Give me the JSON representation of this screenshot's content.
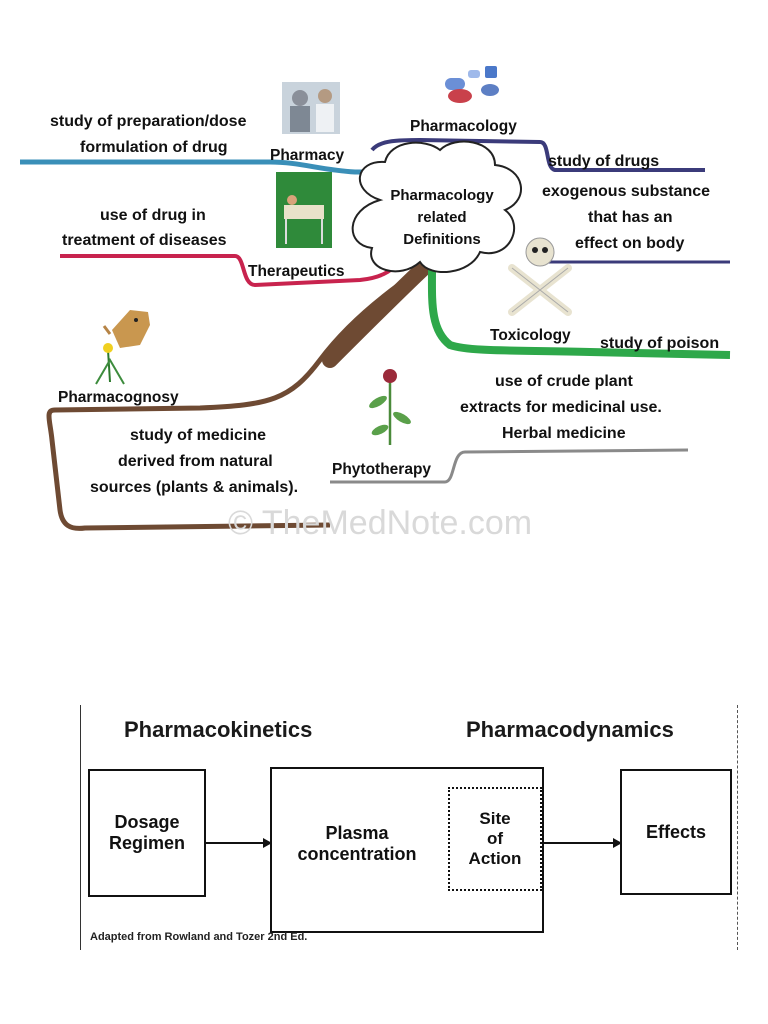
{
  "mindmap": {
    "center": {
      "line1": "Pharmacology",
      "line2": "related",
      "line3": "Definitions"
    },
    "pharmacy": {
      "label": "Pharmacy",
      "def_line1": "study of preparation/dose",
      "def_line2": "formulation of drug"
    },
    "therapeutics": {
      "label": "Therapeutics",
      "def_line1": "use of drug in",
      "def_line2": "treatment of diseases"
    },
    "pharmacology": {
      "label": "Pharmacology",
      "def_line1": "study of drugs",
      "def_line2": "exogenous substance",
      "def_line3": "that has an",
      "def_line4": "effect on body"
    },
    "toxicology": {
      "label": "Toxicology",
      "def": "study of poison"
    },
    "pharmacognosy": {
      "label": "Pharmacognosy",
      "def_line1": "study of medicine",
      "def_line2": "derived from natural",
      "def_line3": "sources (plants & animals)."
    },
    "phytotherapy": {
      "label": "Phytotherapy",
      "def_line1": "use of crude plant",
      "def_line2": "extracts for medicinal use.",
      "def_line3": "Herbal medicine"
    },
    "watermark": "© TheMedNote.com",
    "colors": {
      "pharmacy": "#3a8fb8",
      "therapeutics": "#c8234e",
      "pharmacology": "#3b3b7a",
      "toxicology": "#2ea84a",
      "pharmacognosy": "#6e4a33",
      "phytotherapy": "#8a8a8a"
    }
  },
  "flow": {
    "heading_left": "Pharmacokinetics",
    "heading_right": "Pharmacodynamics",
    "dosage_line1": "Dosage",
    "dosage_line2": "Regimen",
    "plasma_line1": "Plasma",
    "plasma_line2": "concentration",
    "site_line1": "Site",
    "site_line2": "of",
    "site_line3": "Action",
    "effects": "Effects",
    "caption": "Adapted from Rowland and Tozer 2nd Ed."
  }
}
